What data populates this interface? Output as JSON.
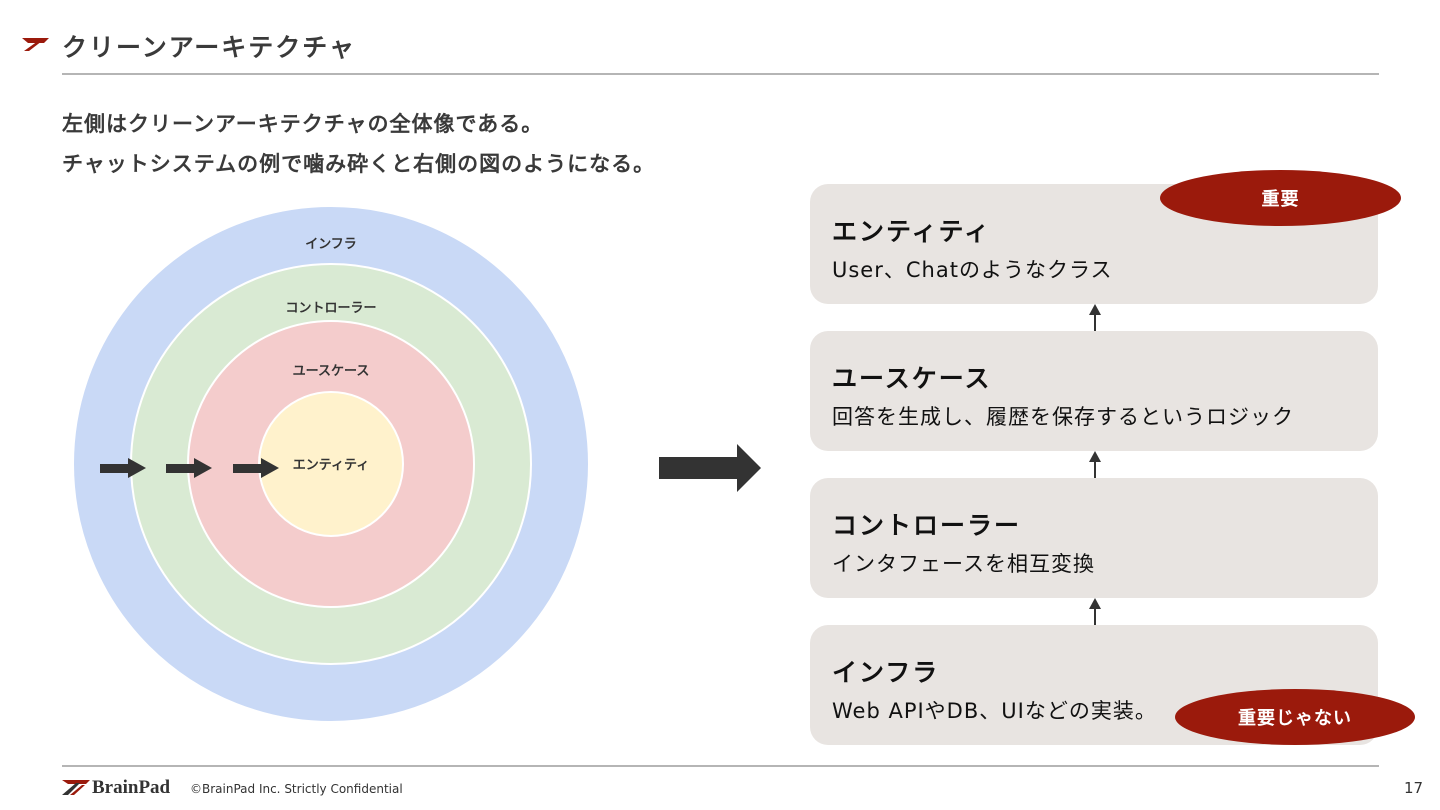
{
  "slide": {
    "title": "クリーンアーキテクチャ",
    "lines": [
      "左側はクリーンアーキテクチャの全体像である。",
      "チャットシステムの例で噛み砕くと右側の図のようになる。"
    ]
  },
  "circles": {
    "outer": "インフラ",
    "second": "コントローラー",
    "third": "ユースケース",
    "inner": "エンティティ",
    "colors": [
      "#c9d9f6",
      "#d9ead3",
      "#f4cccc",
      "#fff2cc"
    ]
  },
  "layers": [
    {
      "title": "エンティティ",
      "desc": "User、Chatのようなクラス"
    },
    {
      "title": "ユースケース",
      "desc": "回答を生成し、履歴を保存するというロジック"
    },
    {
      "title": "コントローラー",
      "desc": "インタフェースを相互変換"
    },
    {
      "title": "インフラ",
      "desc": "Web APIやDB、UIなどの実装。"
    }
  ],
  "badges": {
    "important": "重要",
    "not_important": "重要じゃない"
  },
  "footer": {
    "logo": "BrainPad",
    "copyright": "©BrainPad Inc.  Strictly Confidential",
    "page": "17"
  },
  "colors": {
    "accent": "#9b1a0c",
    "box": "#e8e4e1",
    "arrow": "#333333"
  }
}
